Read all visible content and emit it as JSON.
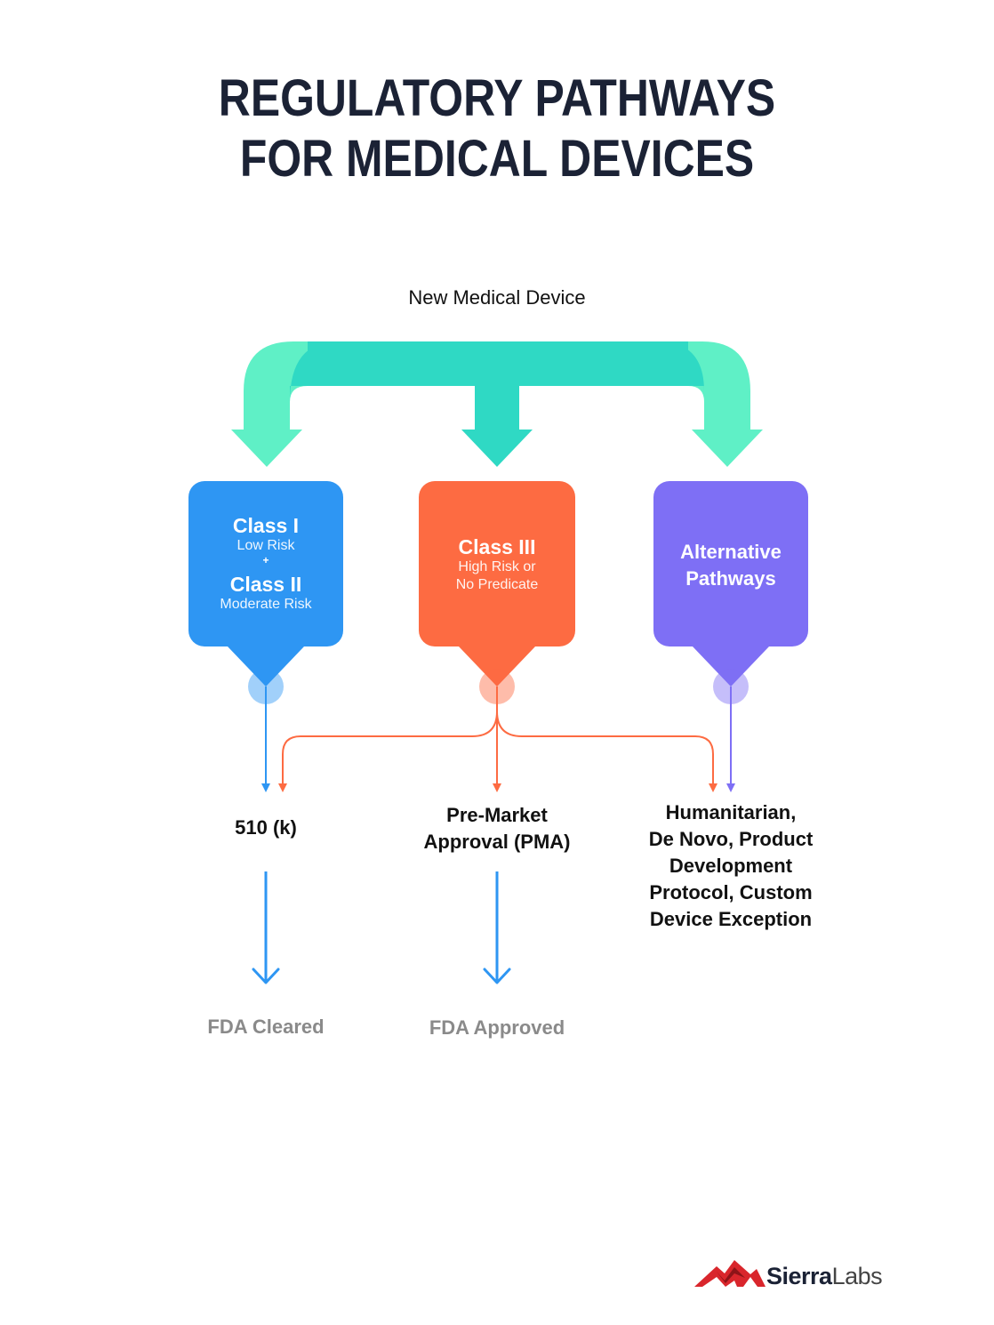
{
  "title": {
    "line1": "REGULATORY PATHWAYS",
    "line2": "FOR MEDICAL DEVICES"
  },
  "root": {
    "label": "New Medical Device"
  },
  "categories": {
    "class12": {
      "class1_title": "Class I",
      "class1_risk": "Low Risk",
      "plus": "+",
      "class2_title": "Class II",
      "class2_risk": "Moderate Risk",
      "color": "#2e96f3"
    },
    "class3": {
      "title": "Class III",
      "risk_line1": "High Risk or",
      "risk_line2": "No Predicate",
      "color": "#fd6b42"
    },
    "alternative": {
      "title_line1": "Alternative",
      "title_line2": "Pathways",
      "color": "#7e6ff5"
    }
  },
  "pathways": {
    "p510k": "510 (k)",
    "pma_line1": "Pre-Market",
    "pma_line2": "Approval (PMA)",
    "alt_line1": "Humanitarian,",
    "alt_line2": "De Novo, Product",
    "alt_line3": "Development",
    "alt_line4": "Protocol, Custom",
    "alt_line5": "Device Exception"
  },
  "outcomes": {
    "cleared": "FDA Cleared",
    "approved": "FDA Approved"
  },
  "branding": {
    "logo_bold": "Sierra",
    "logo_light": "Labs",
    "logo_color": "#d9262c"
  },
  "colors": {
    "arrow_teal_light": "#5ff0c6",
    "arrow_teal_dark": "#2fd9c4",
    "outcome_gray": "#8a8a8a"
  }
}
